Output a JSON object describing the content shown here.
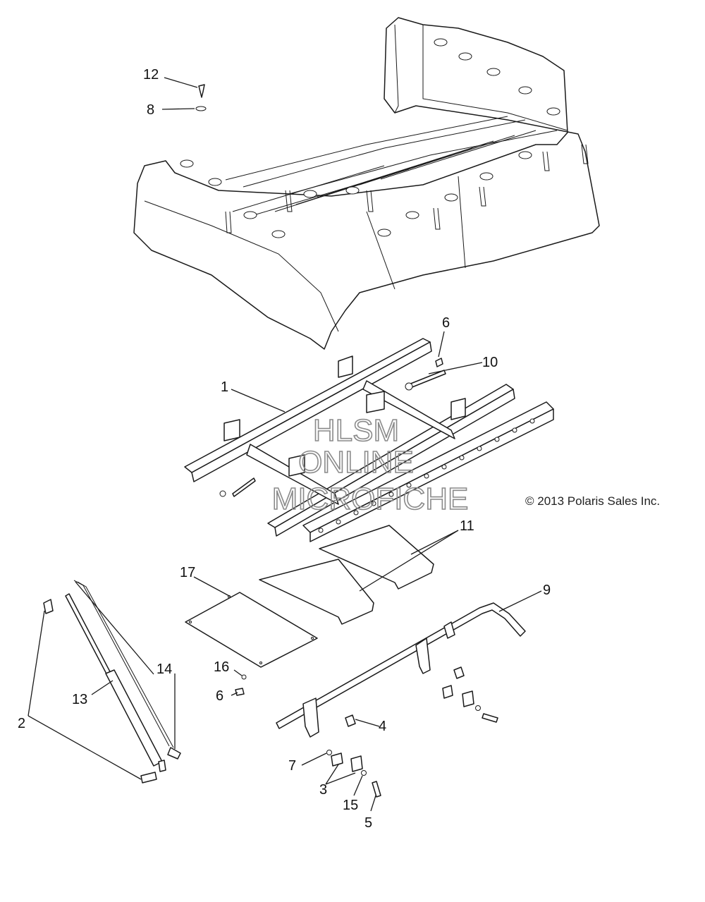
{
  "callouts": {
    "c1": "1",
    "c2": "2",
    "c3": "3",
    "c4": "4",
    "c5": "5",
    "c6a": "6",
    "c6b": "6",
    "c7": "7",
    "c8": "8",
    "c9": "9",
    "c10": "10",
    "c11": "11",
    "c12": "12",
    "c13": "13",
    "c14": "14",
    "c15": "15",
    "c16": "16",
    "c17": "17"
  },
  "copyright": "© 2013 Polaris Sales Inc.",
  "watermark": {
    "line1": "HLSM",
    "line2": "ONLINE",
    "line3": "MICROFICHE"
  }
}
